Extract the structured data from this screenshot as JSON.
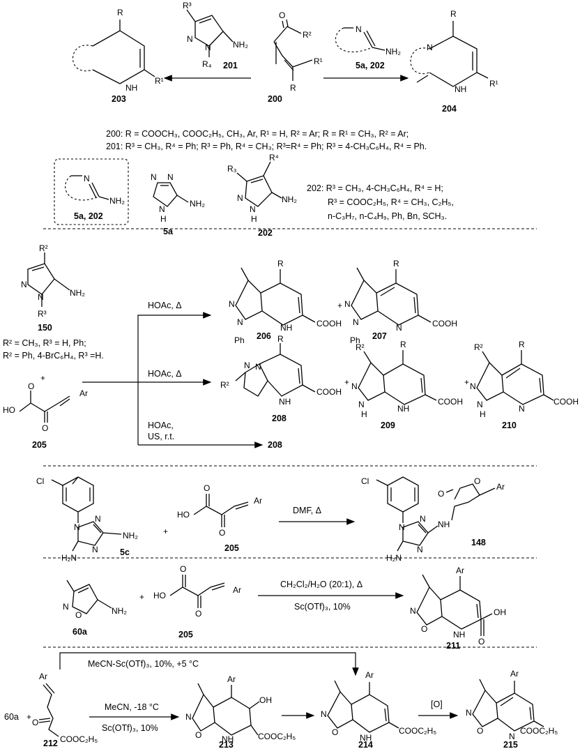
{
  "compounds": {
    "c200": "200",
    "c201": "201",
    "c203": "203",
    "c204": "204",
    "c5a202": "5a, 202",
    "c5a": "5a",
    "c202": "202",
    "c150": "150",
    "c205a": "205",
    "c206": "206",
    "c207": "207",
    "c208": "208",
    "c208b": "208",
    "c209": "209",
    "c210": "210",
    "c5c": "5c",
    "c205b": "205",
    "c148": "148",
    "c60a": "60a",
    "c205c": "205",
    "c211": "211",
    "c60a2": "60a",
    "c212": "212",
    "c213": "213",
    "c214": "214",
    "c215": "215"
  },
  "definitions": {
    "d200": "200: R = COOCH₃, COOC₂H₅, CH₃, Ar, R¹ = H, R² = Ar; R = R¹ = CH₃, R² = Ar;",
    "d201": "201: R³ = CH₃, R⁴ = Ph; R³ = Ph, R⁴ = CH₃; R³=R⁴ = Ph; R³ = 4-CH₃C₆H₄, R⁴ = Ph.",
    "d202a": "202: R³ = CH₃, 4-CH₃C₆H₄, R⁴ = H;",
    "d202b": "R³ = COOC₂H₅, R⁴ = CH₃, C₂H₅,",
    "d202c": "n-C₃H₇, n-C₄H₉, Ph, Bn, SCH₃.",
    "d150a": "R² = CH₃, R³ = H, Ph;",
    "d150b": "R² = Ph, 4-BrC₆H₄, R³ =H."
  },
  "conditions": {
    "hoac1": "HOAc, Δ",
    "hoac2": "HOAc, Δ",
    "hoac3a": "HOAc,",
    "hoac3b": "US, r.t.",
    "dmf": "DMF, Δ",
    "ch2cl2": "CH₂Cl₂/H₂O (20:1), Δ",
    "scotf": "Sc(OTf)₃, 10%",
    "mecnTop": "MeCN-Sc(OTf)₃, 10%, +5 °C",
    "mecn18": "MeCN, -18 °C",
    "scotf2": "Sc(OTf)₃, 10%",
    "oxid": "[O]"
  },
  "atoms": {
    "R": "R",
    "R1": "R¹",
    "R2": "R²",
    "R3": "R³",
    "R4": "R⁴",
    "R4b": "R₄",
    "R3b": "R₃",
    "N": "N",
    "NH": "NH",
    "NH2": "NH₂",
    "H": "H",
    "O": "O",
    "HO": "HO",
    "OH": "OH",
    "Ar": "Ar",
    "Ph": "Ph",
    "Cl": "Cl",
    "H2N": "H₂N",
    "COOH": "COOH",
    "COOC2H5": "COOC₂H₅",
    "plus": "+"
  }
}
